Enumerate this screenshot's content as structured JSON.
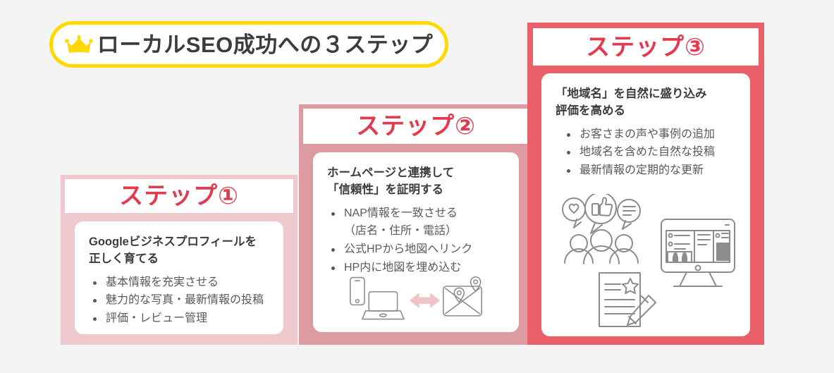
{
  "background_color": "#f4f4f4",
  "title": {
    "icon": "crown-icon",
    "icon_color": "#ffd900",
    "text": "ローカルSEO成功への３ステップ",
    "text_color": "#3c3c3c",
    "border_color": "#ffd900"
  },
  "steps": [
    {
      "header_label": "ステップ①",
      "header_text_color": "#e23a4e",
      "frame_color": "#eec9ce",
      "heading": "Googleビジネスプロフィールを\n正しく育てる",
      "bullets": [
        "基本情報を充実させる",
        "魅力的な写真・最新情報の投稿",
        "評価・レビュー管理"
      ],
      "illustrations": []
    },
    {
      "header_label": "ステップ②",
      "header_text_color": "#e23a4e",
      "frame_color": "#dd9aa0",
      "heading": "ホームページと連携して\n「信頼性」を証明する",
      "bullets": [
        "NAP情報を一致させる",
        "（店名・住所・電話）",
        "公式HPから地図へリンク",
        "HP内に地図を埋め込む"
      ],
      "bullet_markers": [
        true,
        false,
        true,
        true
      ],
      "illustrations": [
        "smartphone-icon",
        "laptop-icon",
        "double-arrow-icon",
        "map-with-pins-icon"
      ]
    },
    {
      "header_label": "ステップ③",
      "header_text_color": "#e23a4e",
      "frame_color": "#ea6069",
      "heading": "「地域名」を自然に盛り込み\n評価を高める",
      "bullets": [
        "お客さまの声や事例の追加",
        "地域名を含めた自然な投稿",
        "最新情報の定期的な更新"
      ],
      "illustrations": [
        "people-reviews-icon",
        "document-star-pencil-icon",
        "desktop-monitor-icon"
      ]
    }
  ]
}
